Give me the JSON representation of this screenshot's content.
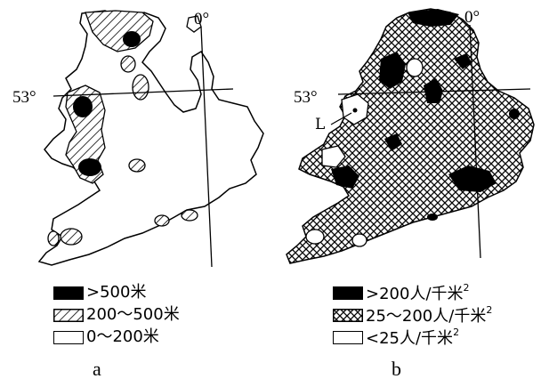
{
  "map_a": {
    "meridian_label": "0°",
    "parallel_label": "53°",
    "panel_label": "a",
    "legend": [
      {
        "fill": "solid",
        "text": ">500米"
      },
      {
        "fill": "hatch",
        "text": "200～500米"
      },
      {
        "fill": "blank",
        "text": "0～200米"
      }
    ]
  },
  "map_b": {
    "meridian_label": "0°",
    "parallel_label": "53°",
    "city_label": "L",
    "panel_label": "b",
    "legend": [
      {
        "fill": "solid",
        "text": ">200人/千米",
        "sup": "2"
      },
      {
        "fill": "cross",
        "text": "25～200人/千米",
        "sup": "2"
      },
      {
        "fill": "blank",
        "text": "<25人/千米",
        "sup": "2"
      }
    ]
  },
  "colors": {
    "ink": "#000000",
    "paper": "#ffffff"
  }
}
